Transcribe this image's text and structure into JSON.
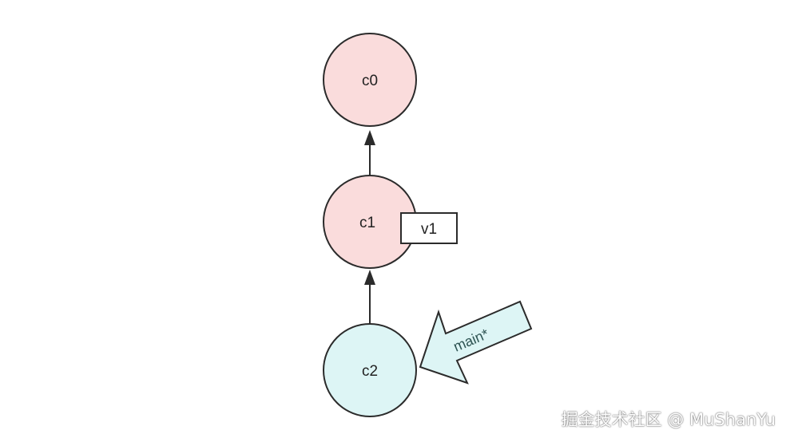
{
  "diagram": {
    "nodes": [
      {
        "id": "c0",
        "label": "c0",
        "color": "#fadcdc"
      },
      {
        "id": "c1",
        "label": "c1",
        "color": "#fadcdc"
      },
      {
        "id": "c2",
        "label": "c2",
        "color": "#ddf5f5"
      }
    ],
    "edges": [
      {
        "from": "c1",
        "to": "c0"
      },
      {
        "from": "c2",
        "to": "c1"
      }
    ],
    "tag": {
      "label": "v1",
      "attached_to": "c1"
    },
    "branch_pointer": {
      "label": "main*",
      "points_to": "c2",
      "color": "#ddf5f5"
    }
  },
  "watermark": "掘金技术社区 @ MuShanYu",
  "colors": {
    "stroke": "#2b2b2b",
    "commit_fill": "#fadcdc",
    "head_fill": "#ddf5f5"
  }
}
